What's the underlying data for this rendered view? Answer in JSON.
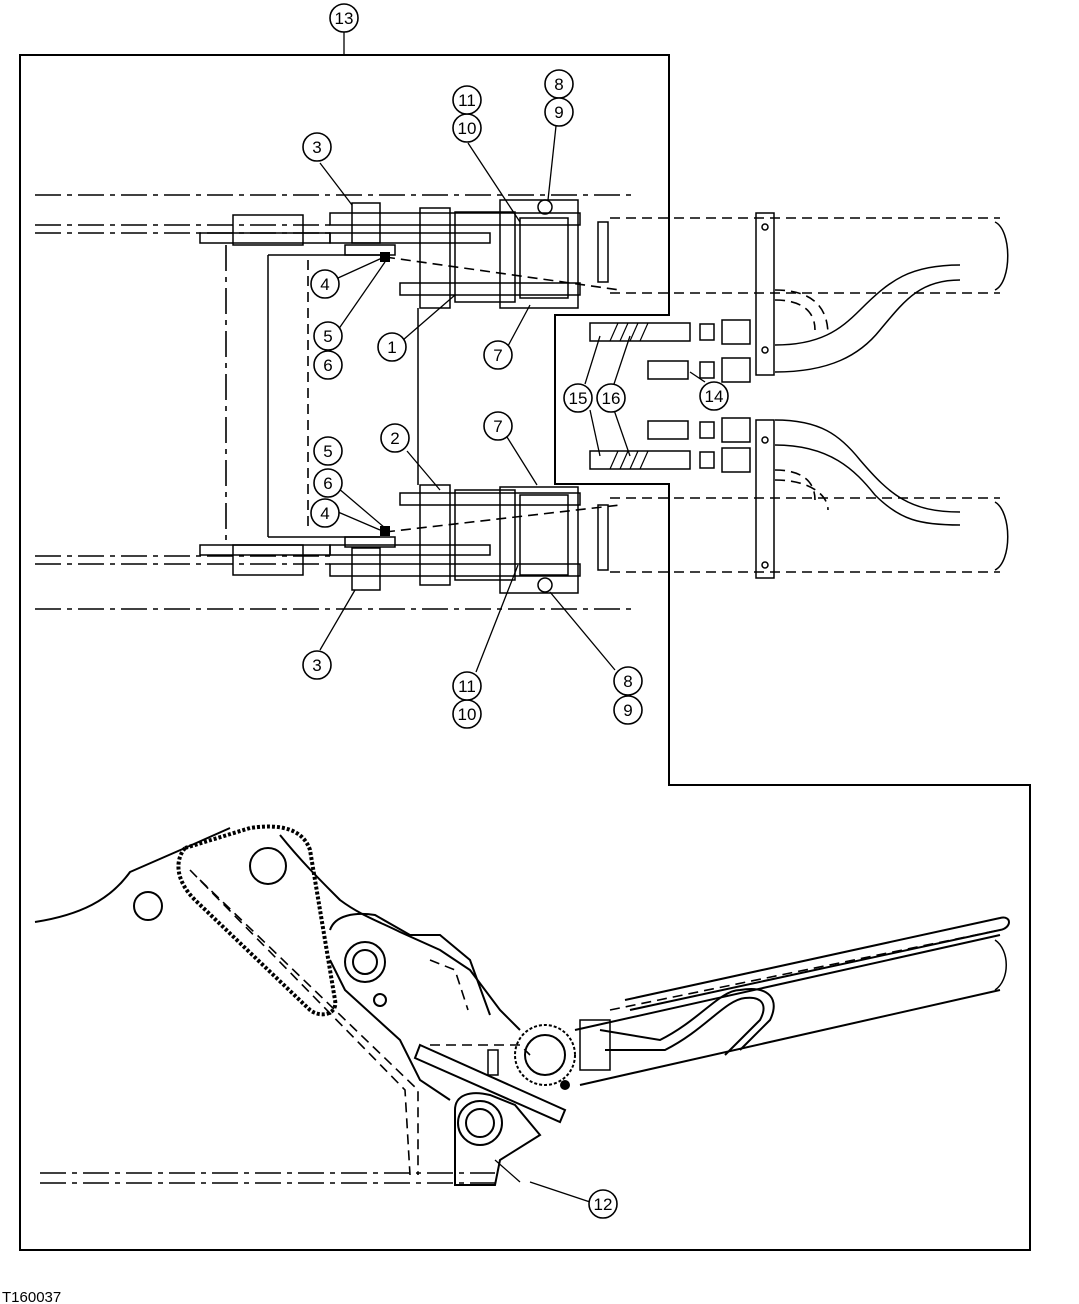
{
  "figure_id": "T160037",
  "callouts": [
    {
      "label": "1"
    },
    {
      "label": "2"
    },
    {
      "label": "3"
    },
    {
      "label": "3"
    },
    {
      "label": "4"
    },
    {
      "label": "4"
    },
    {
      "label": "5"
    },
    {
      "label": "5"
    },
    {
      "label": "6"
    },
    {
      "label": "6"
    },
    {
      "label": "7"
    },
    {
      "label": "7"
    },
    {
      "label": "8"
    },
    {
      "label": "8"
    },
    {
      "label": "9"
    },
    {
      "label": "9"
    },
    {
      "label": "10"
    },
    {
      "label": "10"
    },
    {
      "label": "11"
    },
    {
      "label": "11"
    },
    {
      "label": "12"
    },
    {
      "label": "13"
    },
    {
      "label": "14"
    },
    {
      "label": "15"
    },
    {
      "label": "16"
    }
  ]
}
